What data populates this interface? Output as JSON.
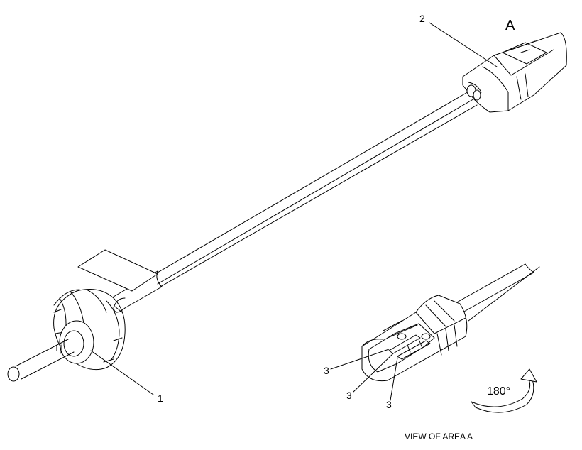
{
  "callouts": {
    "item_1": "1",
    "item_2": "2",
    "item_3a": "3",
    "item_3b": "3",
    "item_3c": "3"
  },
  "area_marker": "A",
  "rotation_label": "180°",
  "view_caption": "VIEW OF AREA  A"
}
